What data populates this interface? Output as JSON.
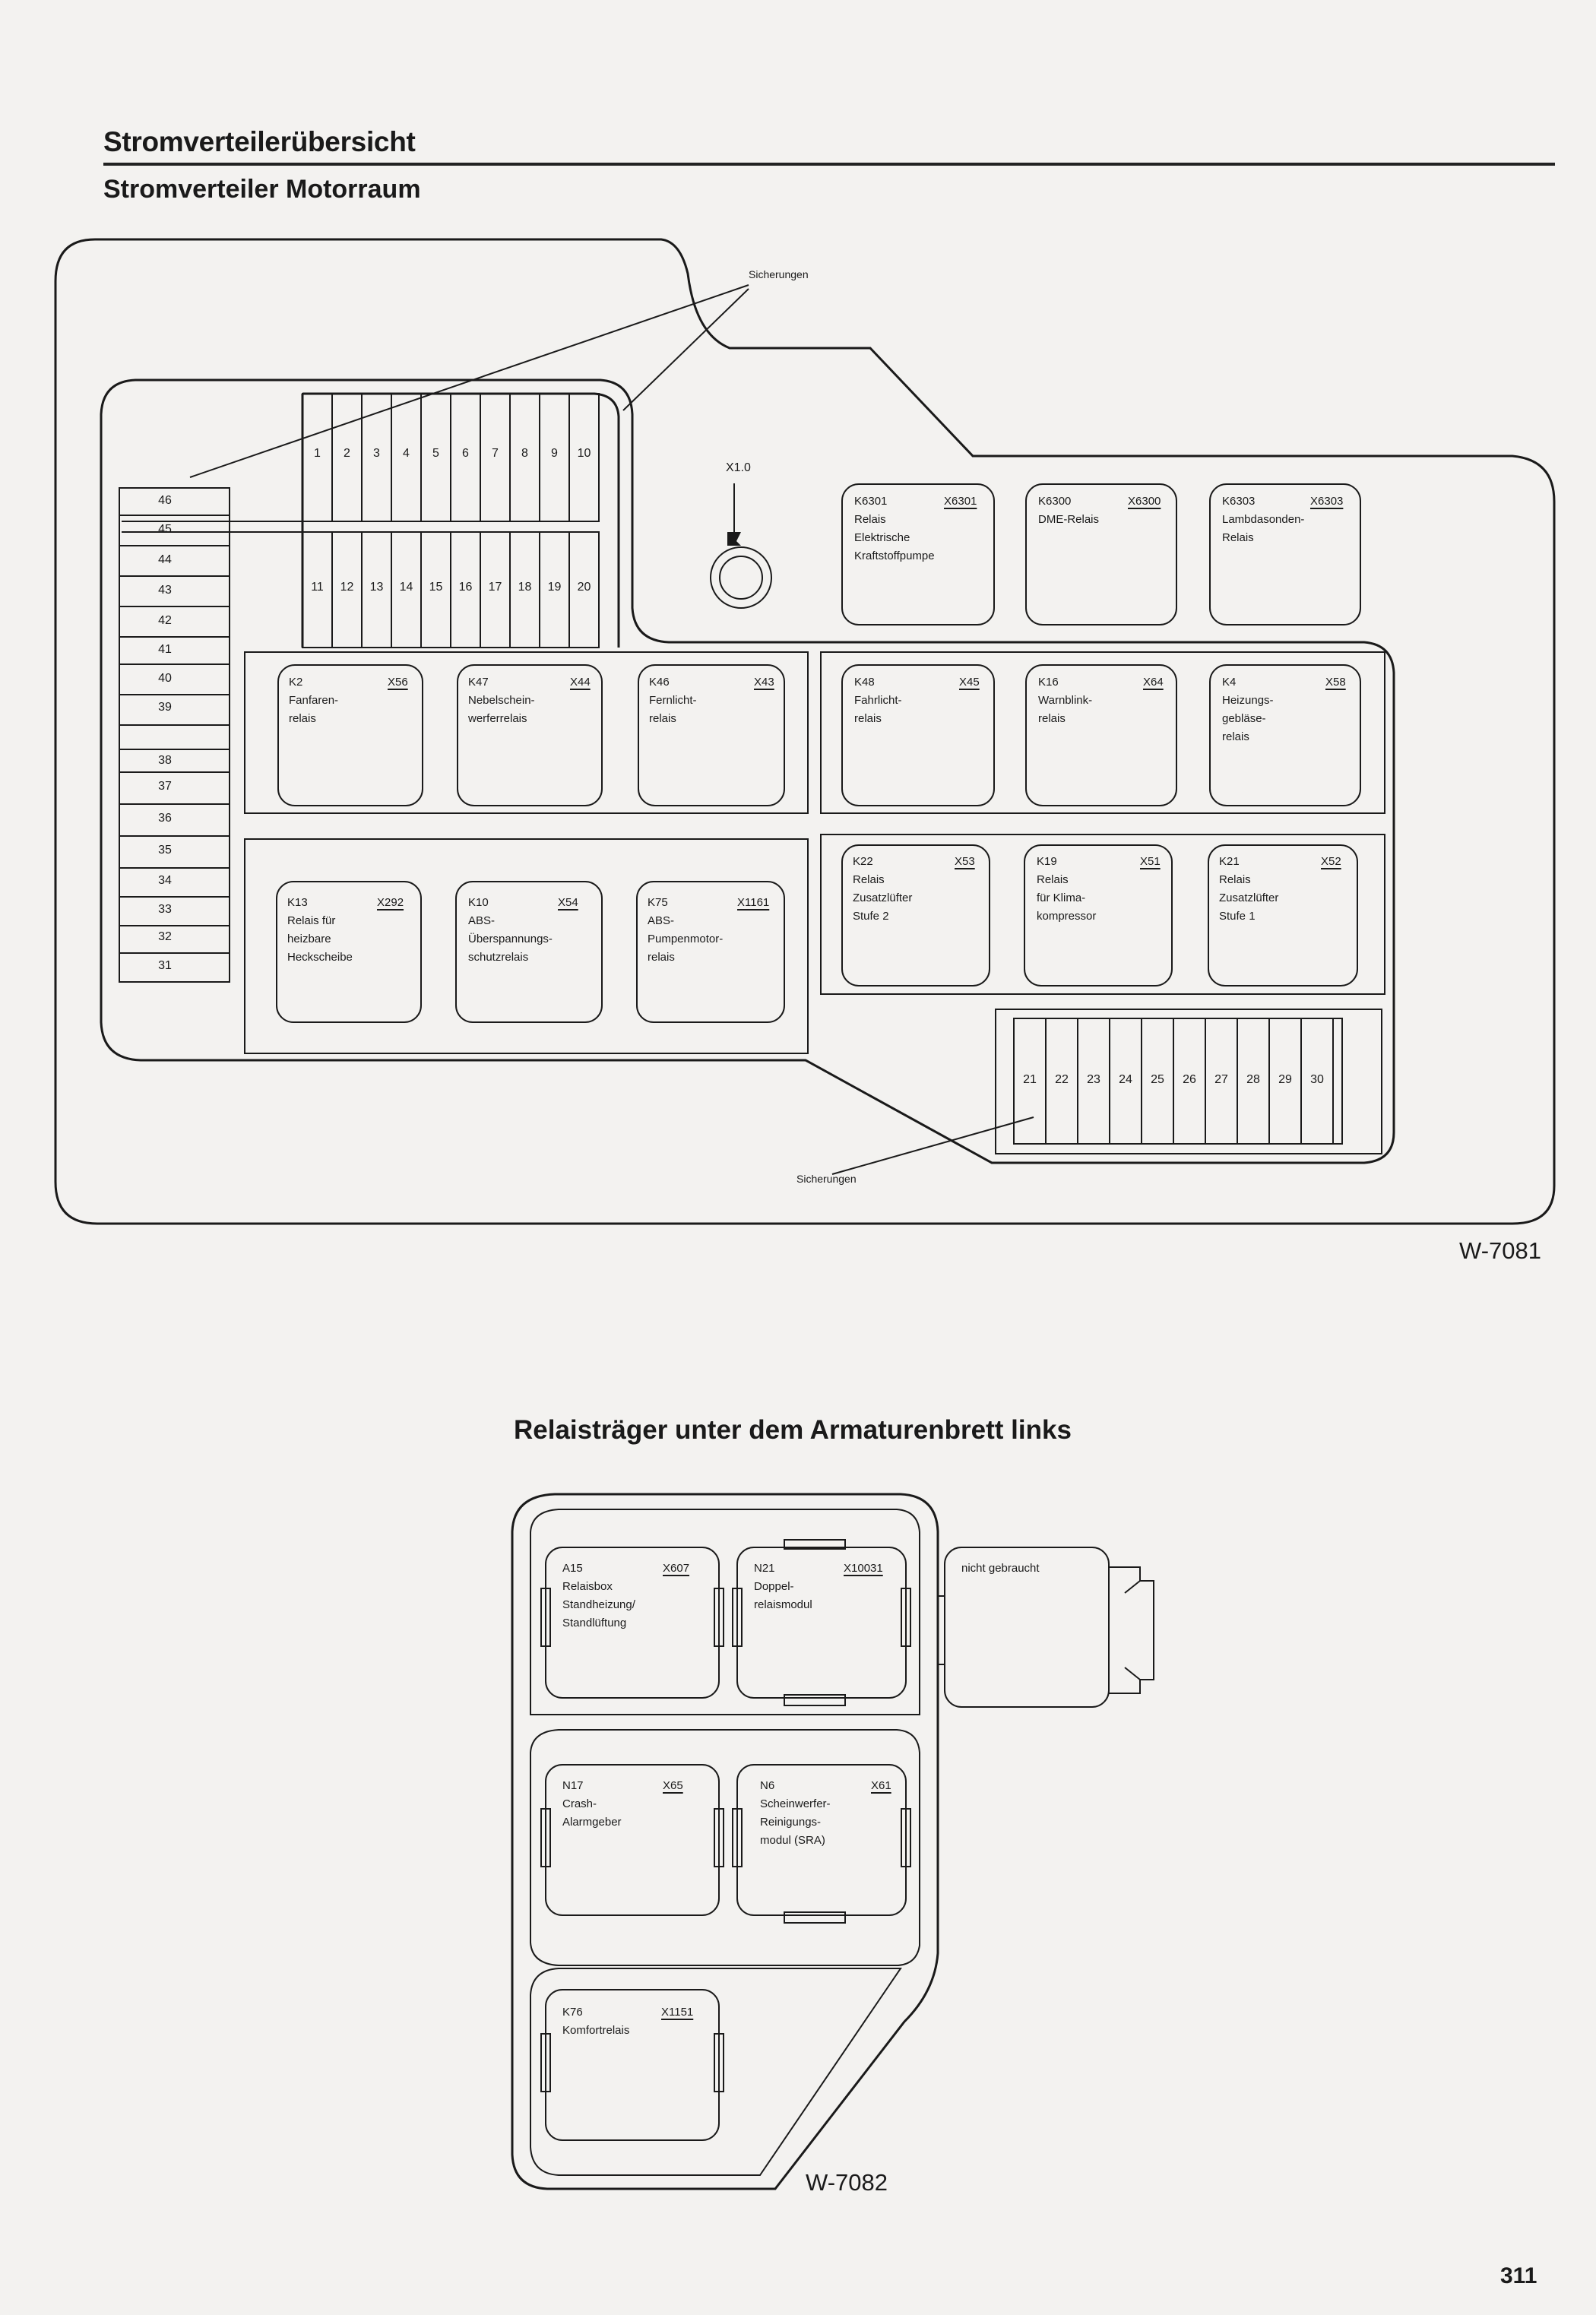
{
  "page": {
    "title": "Stromverteilerübersicht",
    "subtitle": "Stromverteiler Motorraum",
    "figure1_code": "W-7081",
    "section2_title": "Relaisträger unter dem Armaturenbrett links",
    "figure2_code": "W-7082",
    "page_number": "311"
  },
  "motorraum": {
    "label_fuses_top": "Sicherungen",
    "label_fuses_bottom": "Sicherungen",
    "connector_label": "X1.0",
    "fuses_top_row": [
      "1",
      "2",
      "3",
      "4",
      "5",
      "6",
      "7",
      "8",
      "9",
      "10"
    ],
    "fuses_second_row": [
      "11",
      "12",
      "13",
      "14",
      "15",
      "16",
      "17",
      "18",
      "19",
      "20"
    ],
    "fuses_bottom_row": [
      "21",
      "22",
      "23",
      "24",
      "25",
      "26",
      "27",
      "28",
      "29",
      "30"
    ],
    "fuses_left_column": [
      "46",
      "45",
      "44",
      "43",
      "42",
      "41",
      "40",
      "39",
      "38",
      "37",
      "36",
      "35",
      "34",
      "33",
      "32",
      "31"
    ],
    "relays_top": [
      {
        "id": "K6301",
        "code": "X6301",
        "lines": [
          "Relais",
          "Elektrische",
          "Kraftstoffpumpe"
        ]
      },
      {
        "id": "K6300",
        "code": "X6300",
        "lines": [
          "DME-Relais"
        ]
      },
      {
        "id": "K6303",
        "code": "X6303",
        "lines": [
          "Lambdasonden-",
          "Relais"
        ]
      }
    ],
    "relays_row1": [
      {
        "id": "K2",
        "code": "X56",
        "lines": [
          "Fanfaren-",
          "relais"
        ]
      },
      {
        "id": "K47",
        "code": "X44",
        "lines": [
          "Nebelschein-",
          "werferrelais"
        ]
      },
      {
        "id": "K46",
        "code": "X43",
        "lines": [
          "Fernlicht-",
          "relais"
        ]
      },
      {
        "id": "K48",
        "code": "X45",
        "lines": [
          "Fahrlicht-",
          "relais"
        ]
      },
      {
        "id": "K16",
        "code": "X64",
        "lines": [
          "Warnblink-",
          "relais"
        ]
      },
      {
        "id": "K4",
        "code": "X58",
        "lines": [
          "Heizungs-",
          "gebläse-",
          "relais"
        ]
      }
    ],
    "relays_row2": [
      {
        "id": "K13",
        "code": "X292",
        "lines": [
          "Relais für",
          "heizbare",
          "Heckscheibe"
        ]
      },
      {
        "id": "K10",
        "code": "X54",
        "lines": [
          "ABS-",
          "Überspannungs-",
          "schutzrelais"
        ]
      },
      {
        "id": "K75",
        "code": "X1161",
        "lines": [
          "ABS-",
          "Pumpenmotor-",
          "relais"
        ]
      },
      {
        "id": "K22",
        "code": "X53",
        "lines": [
          "Relais",
          "Zusatzlüfter",
          "Stufe 2"
        ]
      },
      {
        "id": "K19",
        "code": "X51",
        "lines": [
          "Relais",
          "für Klima-",
          "kompressor"
        ]
      },
      {
        "id": "K21",
        "code": "X52",
        "lines": [
          "Relais",
          "Zusatzlüfter",
          "Stufe 1"
        ]
      }
    ]
  },
  "armaturenbrett": {
    "unused_label": "nicht gebraucht",
    "relays": [
      {
        "id": "A15",
        "code": "X607",
        "lines": [
          "Relaisbox",
          "Standheizung/",
          "Standlüftung"
        ]
      },
      {
        "id": "N21",
        "code": "X10031",
        "lines": [
          "Doppel-",
          "relaismodul"
        ]
      },
      {
        "id": "N17",
        "code": "X65",
        "lines": [
          "Crash-",
          "Alarmgeber"
        ]
      },
      {
        "id": "N6",
        "code": "X61",
        "lines": [
          "Scheinwerfer-",
          "Reinigungs-",
          "modul (SRA)"
        ]
      },
      {
        "id": "K76",
        "code": "X1151",
        "lines": [
          "Komfortrelais"
        ]
      }
    ]
  }
}
